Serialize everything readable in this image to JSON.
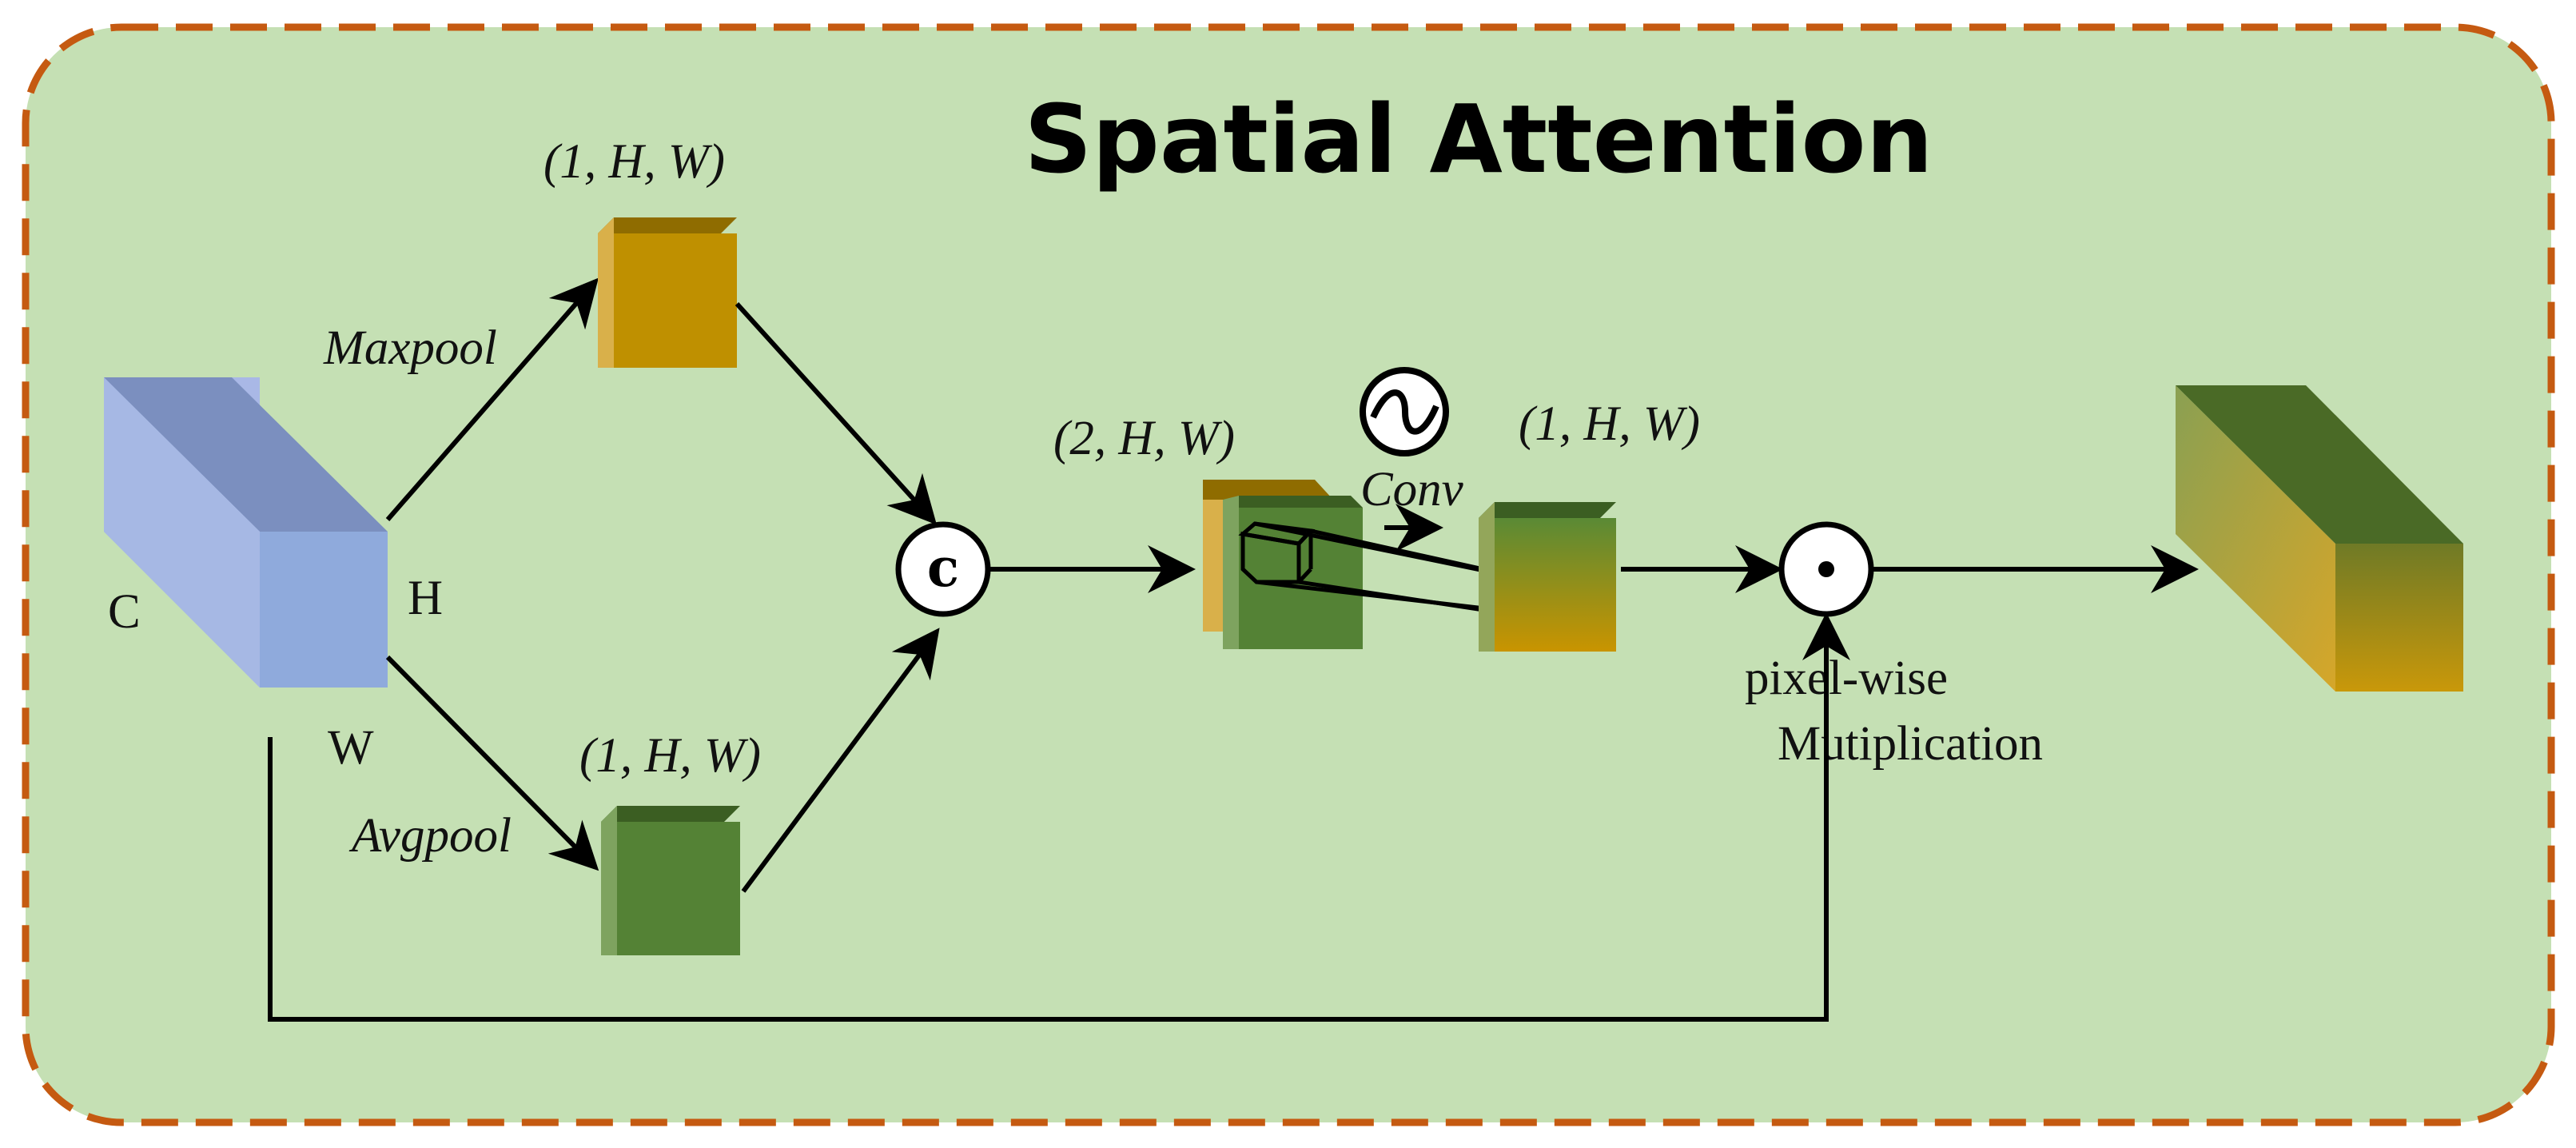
{
  "title": "Spatial Attention",
  "colors": {
    "panel_fill": "#c5e0b4",
    "panel_border": "#c55a11",
    "input_front": "#8faadc",
    "input_top": "#7b8fbf",
    "input_side": "#a9b8e6",
    "maxpool": "#bf9000",
    "avgpool": "#548235",
    "output_top": "#4a6a26"
  },
  "input": {
    "c_label": "C",
    "h_label": "H",
    "w_label": "W"
  },
  "branches": {
    "max": {
      "label": "Maxpool",
      "shape": "(1, H, W)"
    },
    "avg": {
      "label": "Avgpool",
      "shape": "(1, H, W)"
    }
  },
  "concat": {
    "symbol": "c",
    "shape": "(2, H, W)"
  },
  "conv": {
    "label": "Conv",
    "shape": "(1, H, W)",
    "activation_icon": "sigmoid-icon"
  },
  "multiply": {
    "symbol": "dot",
    "label_line1": "pixel-wise",
    "label_line2": "Mutiplication"
  }
}
